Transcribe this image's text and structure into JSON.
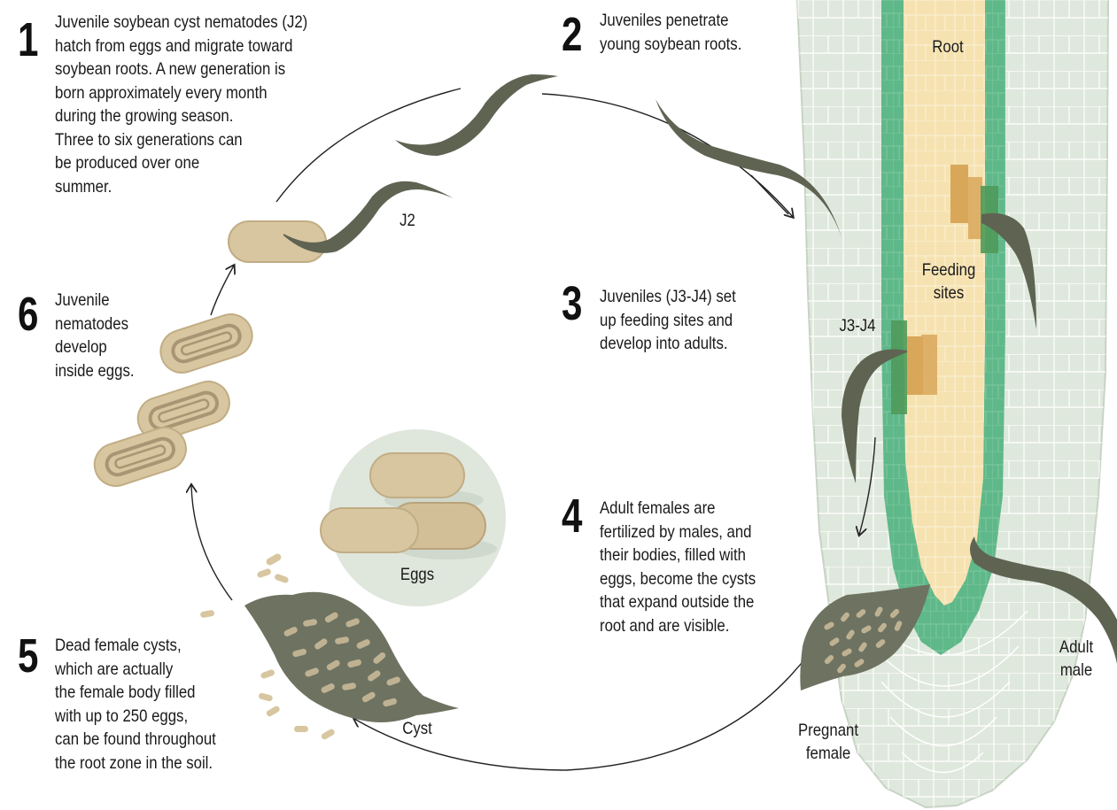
{
  "steps": [
    {
      "number": "1",
      "lines": [
        "Juvenile soybean cyst nematodes (J2)",
        "hatch from eggs and migrate toward",
        "soybean roots. A new generation is",
        "born approximately every month",
        "during the growing season.",
        "Three to six generations can",
        "be produced over one",
        "summer."
      ]
    },
    {
      "number": "2",
      "lines": [
        "Juveniles penetrate",
        "young soybean roots."
      ]
    },
    {
      "number": "3",
      "lines": [
        "Juveniles (J3-J4) set",
        "up feeding sites and",
        "develop into adults."
      ]
    },
    {
      "number": "4",
      "lines": [
        "Adult females are",
        "fertilized by males, and",
        "their bodies, filled with",
        "eggs, become the cysts",
        "that expand outside the",
        "root and are visible."
      ]
    },
    {
      "number": "5",
      "lines": [
        "Dead female cysts,",
        "which are actually",
        "the female body filled",
        "with up to 250 eggs,",
        "can be found throughout",
        "the root zone in the soil."
      ]
    },
    {
      "number": "6",
      "lines": [
        "Juvenile",
        "nematodes",
        "develop",
        "inside eggs."
      ]
    }
  ],
  "labels": {
    "j2": "J2",
    "root": "Root",
    "feeding_sites": [
      "Feeding",
      "sites"
    ],
    "j3_j4": "J3-J4",
    "eggs": "Eggs",
    "cyst": "Cyst",
    "adult_male": [
      "Adult",
      "male"
    ],
    "pregnant_female": [
      "Pregnant",
      "female"
    ]
  },
  "colors": {
    "root_outer": "#dfe8dc",
    "root_cell_line": "#ffffff",
    "root_green": "#5fb88a",
    "root_core": "#f6e2b0",
    "feeding_site": "#d9a75a",
    "nematode": "#5f6352",
    "egg": "#d8c6a0",
    "cyst": "#6e7261",
    "arrow": "#222222"
  }
}
